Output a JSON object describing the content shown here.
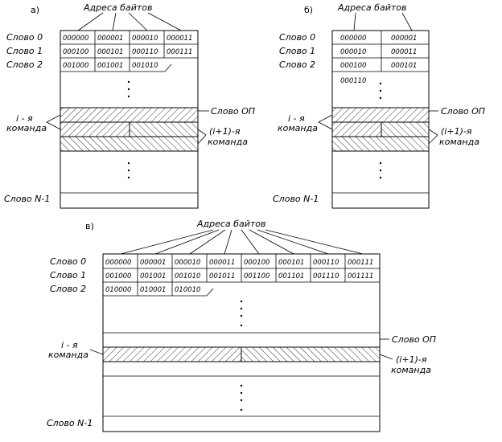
{
  "panels": {
    "a": {
      "letter": "а)",
      "header": "Адреса байтов",
      "rows": [
        "Слово 0",
        "Слово 1",
        "Слово 2"
      ],
      "last_row": "Слово N-1",
      "addresses": [
        [
          "000000",
          "000001",
          "000010",
          "000011"
        ],
        [
          "000100",
          "000101",
          "000110",
          "000111"
        ],
        [
          "001000",
          "001001",
          "001010"
        ]
      ],
      "word_label": "Слово ОП",
      "cmd_i_line1": "i - я",
      "cmd_i_line2": "команда",
      "cmd_next_line1": "(i+1)-я",
      "cmd_next_line2": "команда"
    },
    "b": {
      "letter": "б)",
      "header": "Адреса байтов",
      "rows": [
        "Слово 0",
        "Слово 1",
        "Слово 2"
      ],
      "last_row": "Слово N-1",
      "addresses": [
        [
          "000000",
          "000001"
        ],
        [
          "000010",
          "000011"
        ],
        [
          "000100",
          "000101"
        ],
        [
          "000110"
        ]
      ],
      "word_label": "Слово ОП",
      "cmd_i_line1": "i - я",
      "cmd_i_line2": "команда",
      "cmd_next_line1": "(i+1)-я",
      "cmd_next_line2": "команда"
    },
    "c": {
      "letter": "в)",
      "header": "Адреса байтов",
      "rows": [
        "Слово 0",
        "Слово 1",
        "Слово 2"
      ],
      "last_row": "Слово N-1",
      "addresses": [
        [
          "000000",
          "000001",
          "000010",
          "000011",
          "000100",
          "000101",
          "000110",
          "000111"
        ],
        [
          "001000",
          "001001",
          "001010",
          "001011",
          "001100",
          "001101",
          "001110",
          "001111"
        ],
        [
          "010000",
          "010001",
          "010010"
        ]
      ],
      "word_label": "Слово ОП",
      "cmd_i_line1": "i - я",
      "cmd_i_line2": "команда",
      "cmd_next_line1": "(i+1)-я",
      "cmd_next_line2": "команда"
    }
  }
}
